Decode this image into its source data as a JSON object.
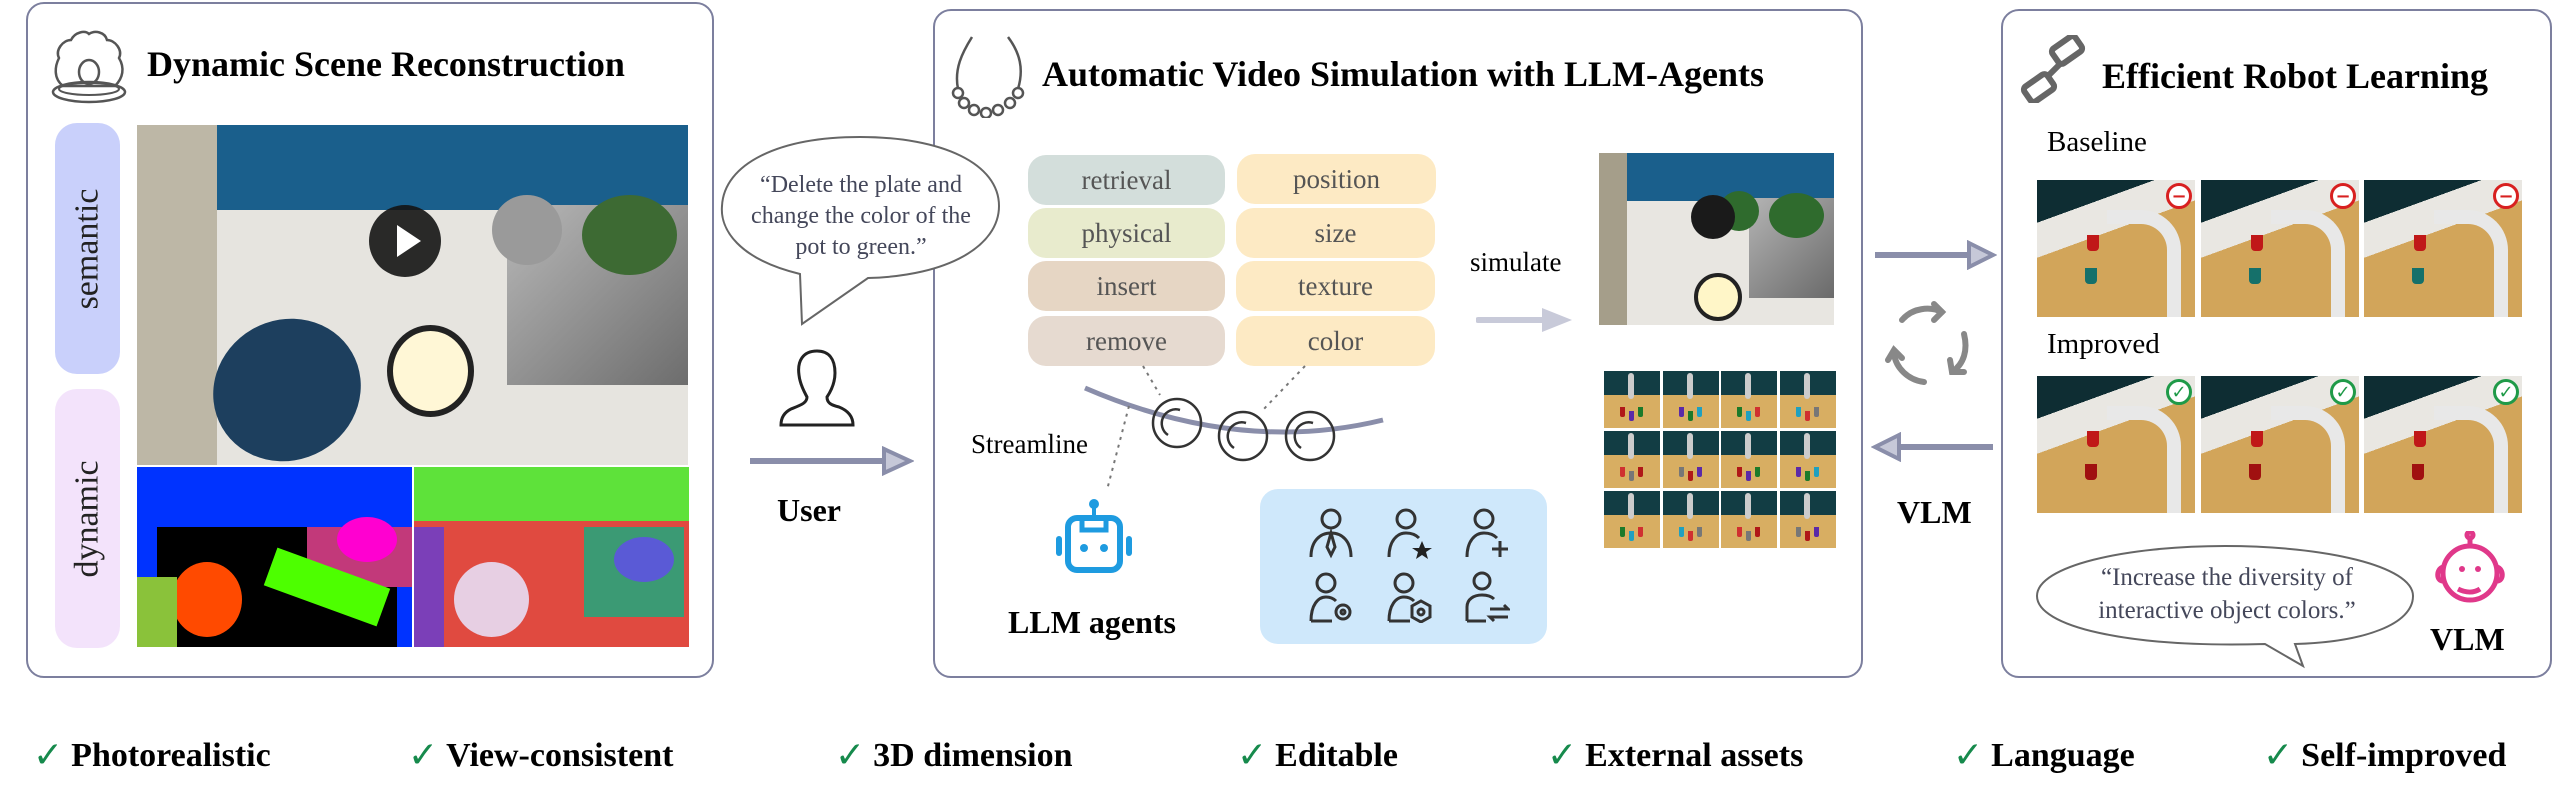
{
  "left_panel": {
    "title": "Dynamic Scene Reconstruction",
    "icon": "pearl-shell-icon",
    "side_labels": [
      "semantic",
      "dynamic"
    ]
  },
  "user": {
    "quote": [
      "“Delete the plate and",
      "change the color of the",
      "pot to green.”"
    ],
    "label": "User"
  },
  "center_panel": {
    "title": "Automatic Video Simulation with LLM-Agents",
    "icon": "necklace-icon",
    "ops_left": [
      "retrieval",
      "physical",
      "insert",
      "remove"
    ],
    "ops_right": [
      "position",
      "size",
      "texture",
      "color"
    ],
    "simulate_label": "simulate",
    "streamline_label": "Streamline",
    "agents_label": "LLM agents"
  },
  "feedback": {
    "label": "VLM"
  },
  "right_panel": {
    "title": "Efficient Robot Learning",
    "icon": "link-icon",
    "baseline_label": "Baseline",
    "improved_label": "Improved",
    "quote": [
      "“Increase the diversity of",
      "interactive object colors.”"
    ],
    "vlm_label": "VLM"
  },
  "features": [
    "Photorealistic",
    "View-consistent",
    "3D dimension",
    "Editable",
    "External assets",
    "Language",
    "Self-improved"
  ],
  "colors": {
    "border": "#7c7f9e",
    "semantic": "#c9d0fb",
    "dynamic": "#f3e3fb",
    "retrieval": "#d3dedb",
    "physical": "#e8ebcd",
    "insert": "#e6d6c4",
    "remove": "#e6dad0",
    "attribute": "#fdeac4",
    "agent_blue": "#1e9be0",
    "vlm_pink": "#e0388a",
    "check_green": "#168a4c"
  }
}
